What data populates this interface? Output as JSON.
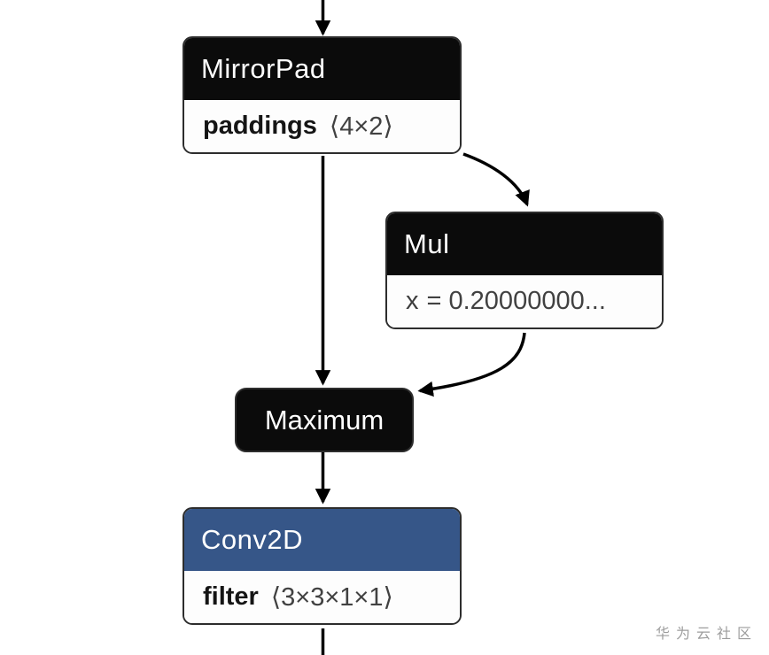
{
  "graph": {
    "edge_color": "#000000",
    "nodes": [
      {
        "title": "MirrorPad",
        "header_bg": "#0b0b0b",
        "attributes": [
          {
            "name": "paddings",
            "value": "⟨4×2⟩"
          }
        ]
      },
      {
        "title": "Mul",
        "header_bg": "#0b0b0b",
        "attributes": [
          {
            "name": "x",
            "value": "= 0.20000000..."
          }
        ]
      },
      {
        "title": "Maximum",
        "header_bg": "#0b0b0b",
        "attributes": []
      },
      {
        "title": "Conv2D",
        "header_bg": "#365688",
        "attributes": [
          {
            "name": "filter",
            "value": "⟨3×3×1×1⟩"
          }
        ]
      }
    ]
  },
  "watermark": {
    "text": "华为云社区",
    "color": "#9d9d9d"
  }
}
